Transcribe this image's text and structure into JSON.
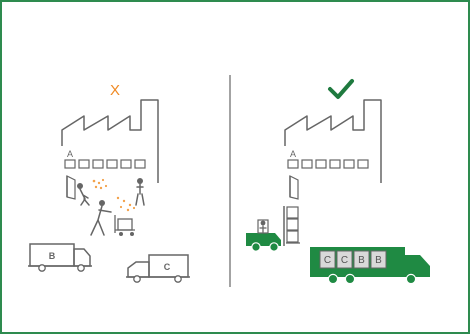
{
  "comparison": {
    "wrong_mark": "X",
    "correct_mark": "check-mark-icon"
  },
  "left_scene": {
    "factory_letter": "A",
    "truck_1_letter": "B",
    "truck_2_letter": "C"
  },
  "right_scene": {
    "factory_letter": "A",
    "truck_cargo_labels": [
      "C",
      "C",
      "B",
      "B"
    ]
  },
  "colors": {
    "frame_border": "#2e8b4f",
    "wrong_mark": "#f08a24",
    "correct_mark": "#1f7a3f",
    "line_art": "#666666",
    "dust": "#f3a24b",
    "vehicle_green": "#1f8a43",
    "cargo_fill": "#d9d9d9"
  }
}
